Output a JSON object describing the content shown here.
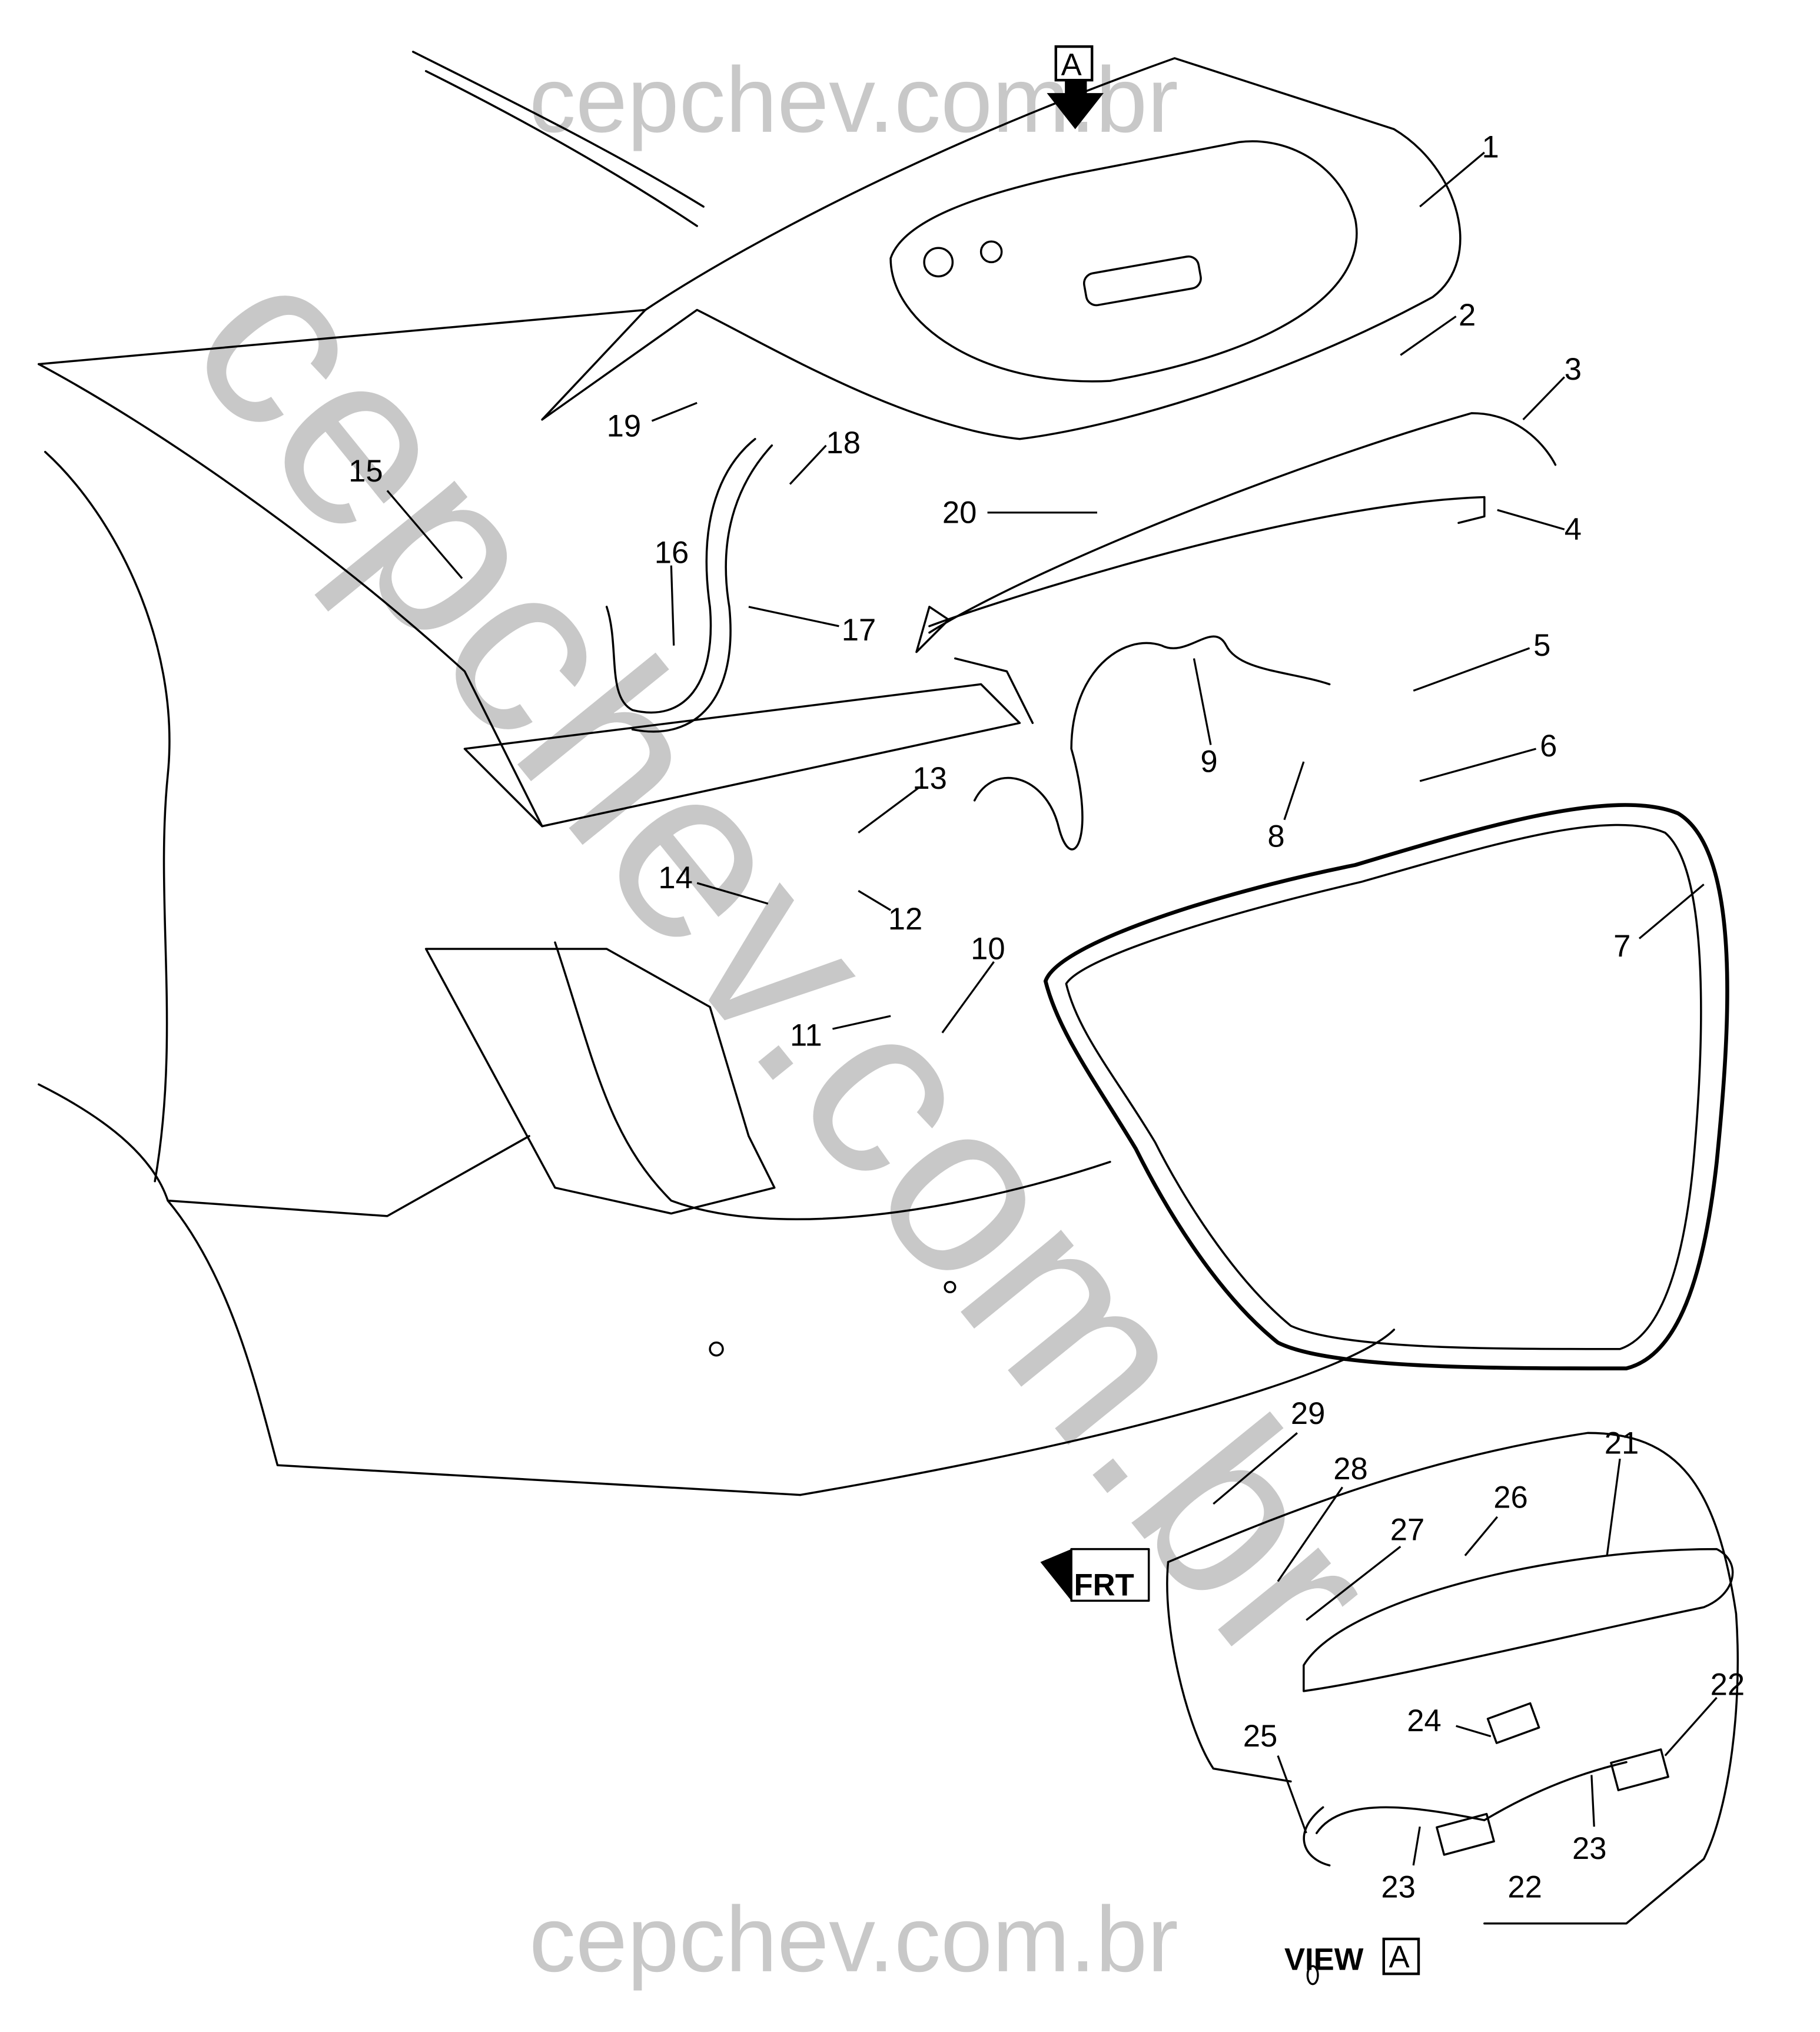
{
  "watermark": {
    "top": "cepchev.com.br",
    "bottom": "cepchev.com.br",
    "diagonal": "cepchev.com.br"
  },
  "view_marker": {
    "letter": "A"
  },
  "view_label": {
    "text": "VIEW",
    "letter": "A"
  },
  "front_indicator": {
    "text": "FRT"
  },
  "callouts": [
    "1",
    "2",
    "3",
    "4",
    "5",
    "6",
    "7",
    "8",
    "9",
    "10",
    "11",
    "12",
    "13",
    "14",
    "15",
    "16",
    "17",
    "18",
    "19",
    "20",
    "21",
    "22",
    "22",
    "23",
    "23",
    "24",
    "25",
    "26",
    "27",
    "28",
    "29"
  ]
}
